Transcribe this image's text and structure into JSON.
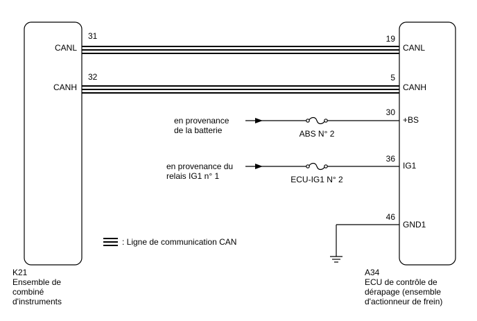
{
  "left_component": {
    "code": "K21",
    "name_lines": [
      "Ensemble de",
      "combiné",
      "d'instruments"
    ],
    "pins": {
      "canl": "CANL",
      "canh": "CANH"
    },
    "pin_numbers": {
      "canl": "31",
      "canh": "32"
    }
  },
  "right_component": {
    "code": "A34",
    "name_lines": [
      "ECU de contrôle de",
      "dérapage (ensemble",
      "d'actionneur de frein)"
    ],
    "pins": {
      "canl": "CANL",
      "canh": "CANH",
      "bs": "+BS",
      "ig1": "IG1",
      "gnd1": "GND1"
    },
    "pin_numbers": {
      "canl": "19",
      "canh": "5",
      "bs": "30",
      "ig1": "36",
      "gnd1": "46"
    }
  },
  "sources": {
    "battery": [
      "en provenance",
      "de la batterie"
    ],
    "relay": [
      "en provenance du",
      "relais IG1 n° 1"
    ]
  },
  "fuses": {
    "abs": "ABS N° 2",
    "ecu_ig1": "ECU-IG1 N° 2"
  },
  "legend": {
    "text": ": Ligne de communication CAN"
  },
  "colors": {
    "line": "#000000",
    "background": "#ffffff"
  }
}
